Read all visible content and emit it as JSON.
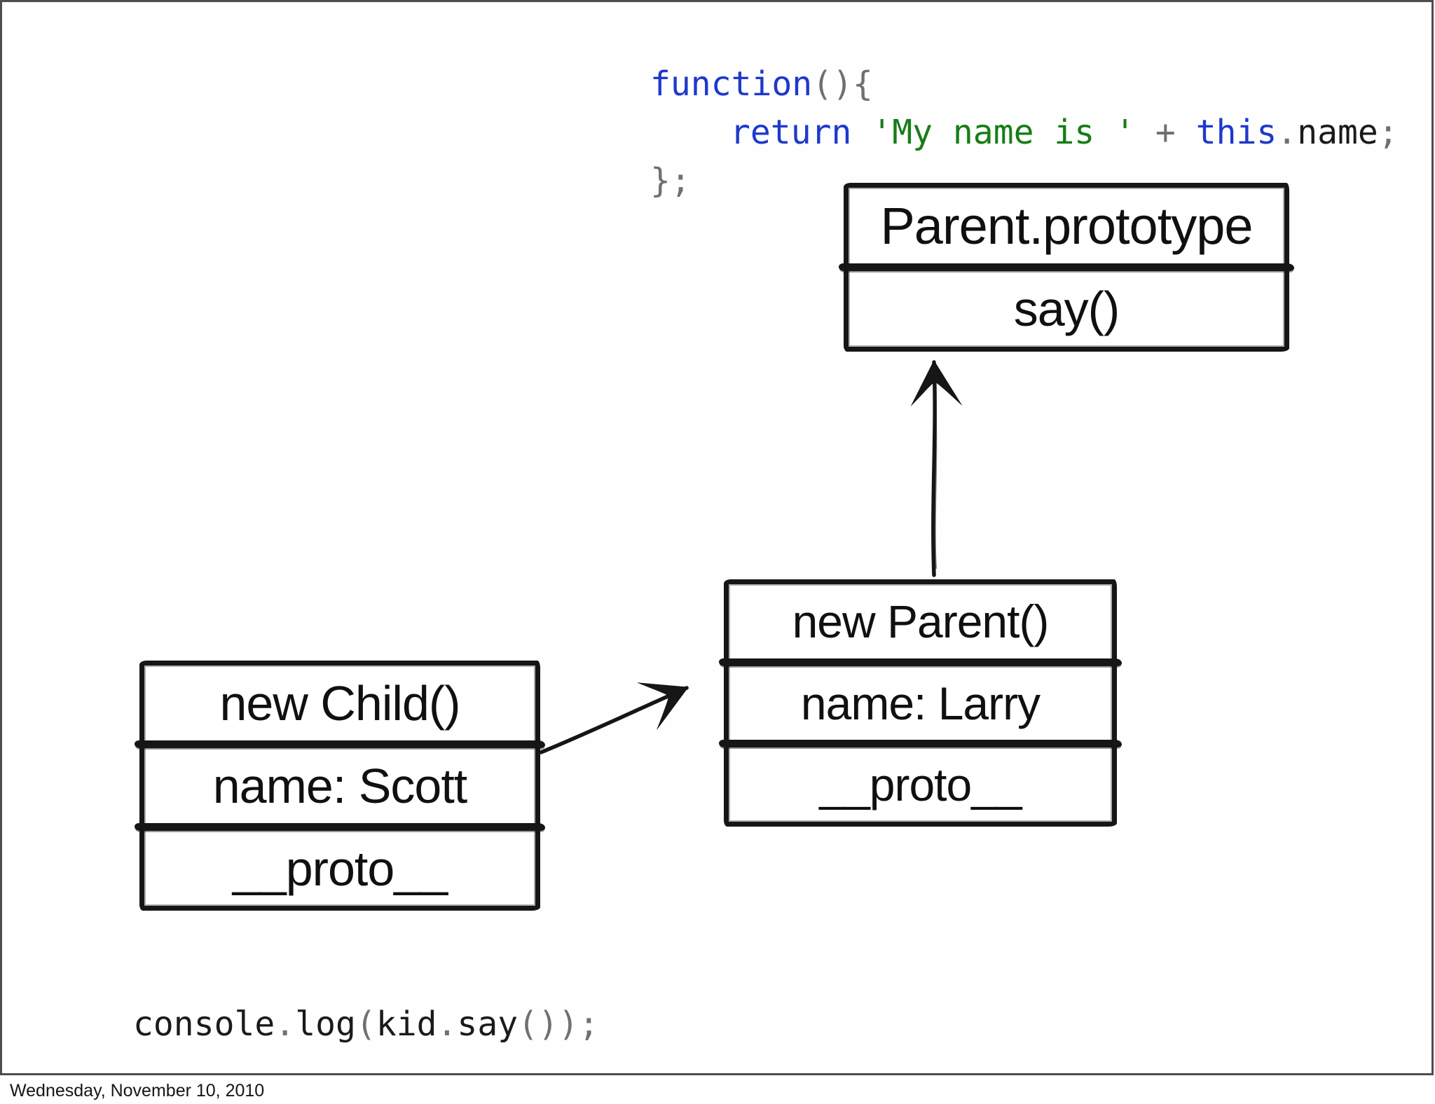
{
  "colors": {
    "keyword": "#1d39cc",
    "string": "#177d17",
    "punctuation": "#707070",
    "code_text": "#1a1a1a",
    "sketch_ink": "#161616",
    "frame_border": "#4d4d4d"
  },
  "code_function": {
    "lines": [
      {
        "tokens": [
          {
            "text": "function",
            "type": "kw"
          },
          {
            "text": "(){",
            "type": "punct"
          }
        ]
      },
      {
        "tokens": [
          {
            "text": "return ",
            "type": "kw"
          },
          {
            "text": "'My name is '",
            "type": "str"
          },
          {
            "text": " ",
            "type": "plain"
          },
          {
            "text": "+",
            "type": "punct"
          },
          {
            "text": " ",
            "type": "plain"
          },
          {
            "text": "this",
            "type": "kw"
          },
          {
            "text": ".",
            "type": "punct"
          },
          {
            "text": "name",
            "type": "plain"
          },
          {
            "text": ";",
            "type": "punct"
          }
        ]
      },
      {
        "tokens": [
          {
            "text": "};",
            "type": "punct"
          }
        ]
      }
    ]
  },
  "diagram": {
    "prototype_box": {
      "title": "Parent.prototype",
      "methods": [
        "say()"
      ]
    },
    "parent_box": {
      "title": "new Parent()",
      "rows": [
        "name: Larry",
        "__proto__"
      ]
    },
    "child_box": {
      "title": "new Child()",
      "rows": [
        "name: Scott",
        "__proto__"
      ]
    },
    "arrows": [
      {
        "from": "new Parent()",
        "to": "Parent.prototype"
      },
      {
        "from": "new Child()",
        "to": "new Parent()"
      }
    ]
  },
  "code_console": {
    "tokens": [
      {
        "text": "console",
        "type": "plain"
      },
      {
        "text": ".",
        "type": "punct"
      },
      {
        "text": "log",
        "type": "plain"
      },
      {
        "text": "(",
        "type": "punct"
      },
      {
        "text": "kid",
        "type": "plain"
      },
      {
        "text": ".",
        "type": "punct"
      },
      {
        "text": "say",
        "type": "plain"
      },
      {
        "text": "());",
        "type": "punct"
      }
    ]
  },
  "footer": {
    "date": "Wednesday, November 10, 2010"
  }
}
